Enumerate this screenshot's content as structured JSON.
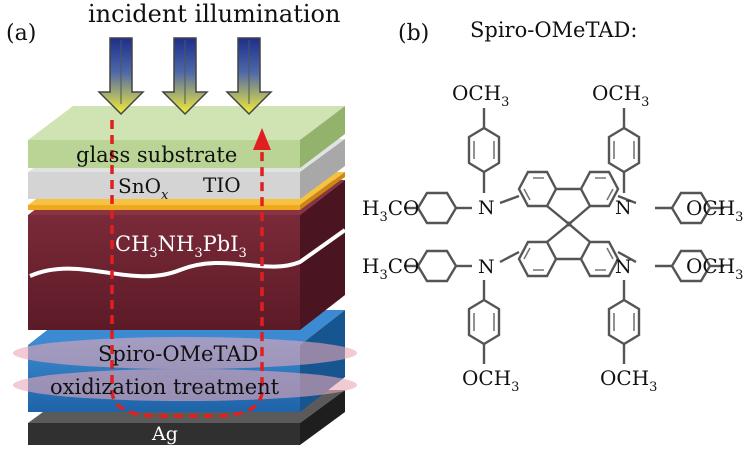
{
  "panel_a": {
    "tag": "(a)",
    "illumination_label": "incident illumination",
    "layers": {
      "glass": "glass substrate",
      "sno": "SnO",
      "sno_sub": "x",
      "tio": "TIO",
      "perov_ch": "CH",
      "perov_s1": "3",
      "perov_nh": "NH",
      "perov_s2": "3",
      "perov_pbi": "PbI",
      "perov_s3": "3",
      "spiro_line1": "Spiro-OMeTAD",
      "spiro_line2": "oxidization treatment",
      "ag": "Ag"
    },
    "colors": {
      "glass": "#c5dca6",
      "tio": "#f4b533",
      "perovskite": "#6b2230",
      "spiro": "#2e7ec4",
      "ag": "#3c3c3c",
      "beam_path": "#e02020",
      "arrow_top": "#1c2f8c",
      "arrow_bottom": "#f4ee3a"
    }
  },
  "panel_b": {
    "tag": "(b)",
    "title": "Spiro-OMeTAD:",
    "substituents": {
      "och3": "OCH",
      "och3_sub": "3",
      "h3co_h": "H",
      "h3co_sub": "3",
      "h3co_co": "CO",
      "o": "O",
      "n": "N"
    }
  }
}
